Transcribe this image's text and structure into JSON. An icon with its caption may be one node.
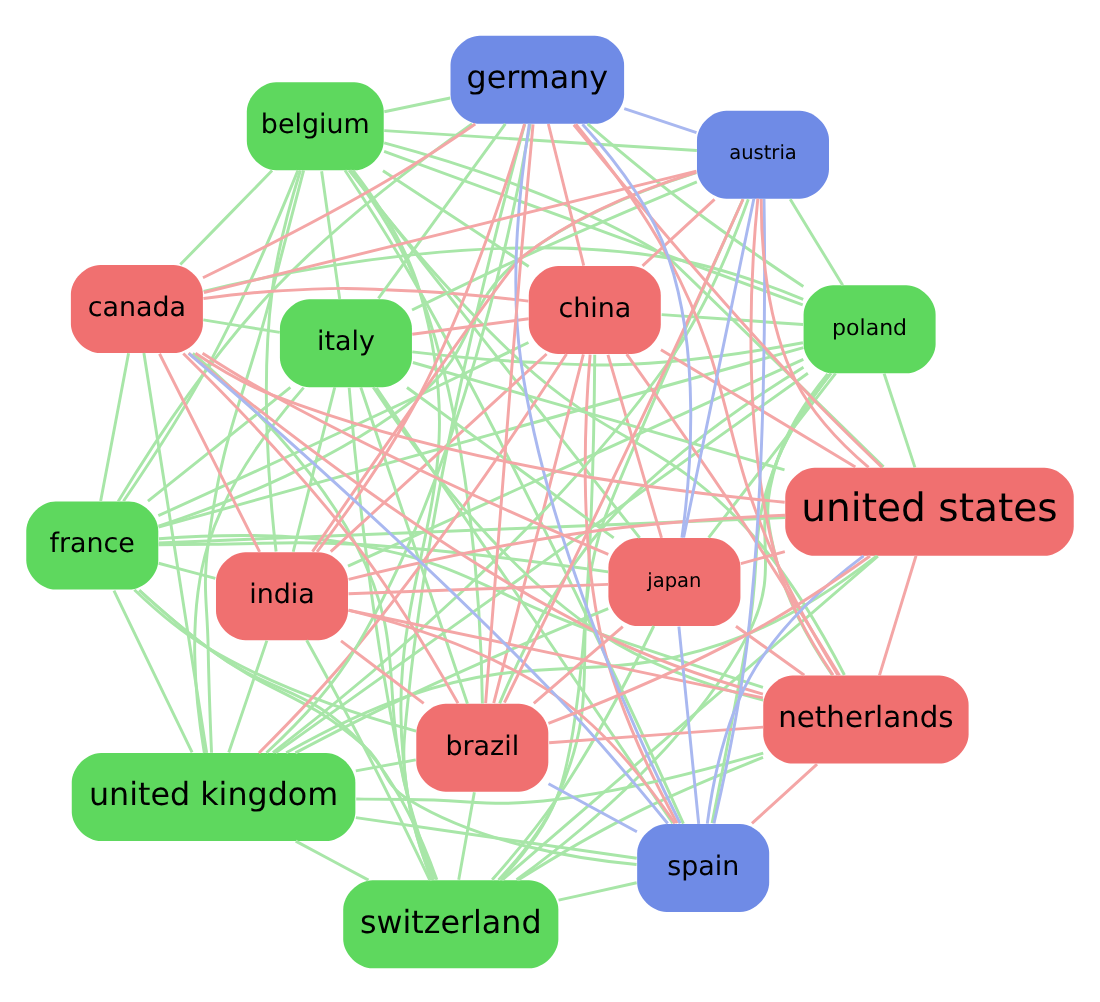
{
  "diagram": {
    "nodes": [
      {
        "text": [
          "france"
        ]
      },
      {
        "text": [
          "poland"
        ]
      },
      {
        "text": [
          "switzerland"
        ]
      },
      {
        "text": [
          "belgium"
        ]
      },
      {
        "text": [
          "china"
        ]
      },
      {
        "text": [
          "italy"
        ]
      },
      {
        "text": [
          "united kingdom"
        ]
      },
      {
        "text": [
          "netherlands"
        ]
      },
      {
        "text": [
          "india"
        ]
      },
      {
        "text": [
          "spain"
        ]
      },
      {
        "text": [
          "brazil"
        ]
      },
      {
        "text": [
          "canada"
        ]
      },
      {
        "text": [
          "united states"
        ]
      },
      {
        "text": [
          "austria"
        ]
      },
      {
        "text": [
          "germany"
        ]
      },
      {
        "text": [
          "japan"
        ]
      }
    ],
    "edges": [
      {
        "from": 0,
        "to": 1,
        "arrow": "none",
        "color": "#a8e6a8"
      },
      {
        "from": 0,
        "to": 2,
        "arrow": "none",
        "color": "#a8e6a8"
      },
      {
        "from": 0,
        "to": 3,
        "arrow": "none",
        "color": "#a8e6a8"
      },
      {
        "from": 0,
        "to": 4,
        "arrow": "none",
        "color": "#a8e6a8"
      },
      {
        "from": 0,
        "to": 5,
        "arrow": "none",
        "color": "#a8e6a8"
      },
      {
        "from": 0,
        "to": 6,
        "arrow": "none",
        "color": "#a8e6a8"
      },
      {
        "from": 0,
        "to": 7,
        "arrow": "none",
        "color": "#a8e6a8"
      },
      {
        "from": 0,
        "to": 8,
        "arrow": "none",
        "color": "#a8e6a8"
      },
      {
        "from": 0,
        "to": 9,
        "arrow": "none",
        "color": "#a8e6a8"
      },
      {
        "from": 0,
        "to": 10,
        "arrow": "none",
        "color": "#a8e6a8"
      },
      {
        "from": 0,
        "to": 11,
        "arrow": "none",
        "color": "#a8e6a8"
      },
      {
        "from": 0,
        "to": 12,
        "arrow": "none",
        "color": "#a8e6a8"
      },
      {
        "from": 0,
        "to": 13,
        "arrow": "none",
        "color": "#a8e6a8"
      },
      {
        "from": 0,
        "to": 14,
        "arrow": "none",
        "color": "#a8e6a8"
      },
      {
        "from": 0,
        "to": 15,
        "arrow": "none",
        "color": "#a8e6a8"
      },
      {
        "from": 1,
        "to": 2,
        "arrow": "none",
        "color": "#a8e6a8"
      },
      {
        "from": 1,
        "to": 3,
        "arrow": "none",
        "color": "#a8e6a8"
      },
      {
        "from": 1,
        "to": 4,
        "arrow": "none",
        "color": "#a8e6a8"
      },
      {
        "from": 1,
        "to": 5,
        "arrow": "none",
        "color": "#a8e6a8"
      },
      {
        "from": 1,
        "to": 6,
        "arrow": "none",
        "color": "#a8e6a8"
      },
      {
        "from": 1,
        "to": 7,
        "arrow": "none",
        "color": "#a8e6a8"
      },
      {
        "from": 1,
        "to": 8,
        "arrow": "none",
        "color": "#a8e6a8"
      },
      {
        "from": 1,
        "to": 9,
        "arrow": "none",
        "color": "#a8e6a8"
      },
      {
        "from": 1,
        "to": 10,
        "arrow": "none",
        "color": "#a8e6a8"
      },
      {
        "from": 1,
        "to": 11,
        "arrow": "none",
        "color": "#a8e6a8"
      },
      {
        "from": 1,
        "to": 12,
        "arrow": "none",
        "color": "#a8e6a8"
      },
      {
        "from": 1,
        "to": 13,
        "arrow": "none",
        "color": "#a8e6a8"
      },
      {
        "from": 1,
        "to": 14,
        "arrow": "none",
        "color": "#a8e6a8"
      },
      {
        "from": 1,
        "to": 15,
        "arrow": "none",
        "color": "#a8e6a8"
      },
      {
        "from": 2,
        "to": 3,
        "arrow": "none",
        "color": "#a8e6a8"
      },
      {
        "from": 2,
        "to": 4,
        "arrow": "none",
        "color": "#a8e6a8"
      },
      {
        "from": 2,
        "to": 5,
        "arrow": "none",
        "color": "#a8e6a8"
      },
      {
        "from": 2,
        "to": 6,
        "arrow": "none",
        "color": "#a8e6a8"
      },
      {
        "from": 2,
        "to": 7,
        "arrow": "none",
        "color": "#a8e6a8"
      },
      {
        "from": 2,
        "to": 8,
        "arrow": "none",
        "color": "#a8e6a8"
      },
      {
        "from": 2,
        "to": 9,
        "arrow": "none",
        "color": "#a8e6a8"
      },
      {
        "from": 2,
        "to": 10,
        "arrow": "none",
        "color": "#a8e6a8"
      },
      {
        "from": 2,
        "to": 11,
        "arrow": "none",
        "color": "#a8e6a8"
      },
      {
        "from": 2,
        "to": 12,
        "arrow": "none",
        "color": "#a8e6a8"
      },
      {
        "from": 2,
        "to": 13,
        "arrow": "none",
        "color": "#a8e6a8"
      },
      {
        "from": 2,
        "to": 14,
        "arrow": "none",
        "color": "#a8e6a8"
      },
      {
        "from": 2,
        "to": 15,
        "arrow": "none",
        "color": "#a8e6a8"
      },
      {
        "from": 3,
        "to": 4,
        "arrow": "none",
        "color": "#a8e6a8"
      },
      {
        "from": 3,
        "to": 5,
        "arrow": "none",
        "color": "#a8e6a8"
      },
      {
        "from": 3,
        "to": 6,
        "arrow": "none",
        "color": "#a8e6a8"
      },
      {
        "from": 3,
        "to": 7,
        "arrow": "none",
        "color": "#a8e6a8"
      },
      {
        "from": 3,
        "to": 8,
        "arrow": "none",
        "color": "#a8e6a8"
      },
      {
        "from": 3,
        "to": 9,
        "arrow": "none",
        "color": "#a8e6a8"
      },
      {
        "from": 3,
        "to": 10,
        "arrow": "none",
        "color": "#a8e6a8"
      },
      {
        "from": 3,
        "to": 11,
        "arrow": "none",
        "color": "#a8e6a8"
      },
      {
        "from": 3,
        "to": 12,
        "arrow": "none",
        "color": "#a8e6a8"
      },
      {
        "from": 3,
        "to": 13,
        "arrow": "none",
        "color": "#a8e6a8"
      },
      {
        "from": 3,
        "to": 14,
        "arrow": "none",
        "color": "#a8e6a8"
      },
      {
        "from": 3,
        "to": 15,
        "arrow": "none",
        "color": "#a8e6a8"
      },
      {
        "from": 4,
        "to": 5,
        "arrow": "none",
        "color": "#f4a6a6"
      },
      {
        "from": 4,
        "to": 6,
        "arrow": "none",
        "color": "#f4a6a6"
      },
      {
        "from": 4,
        "to": 7,
        "arrow": "none",
        "color": "#f4a6a6"
      },
      {
        "from": 4,
        "to": 8,
        "arrow": "none",
        "color": "#f4a6a6"
      },
      {
        "from": 4,
        "to": 9,
        "arrow": "none",
        "color": "#f4a6a6"
      },
      {
        "from": 4,
        "to": 10,
        "arrow": "none",
        "color": "#f4a6a6"
      },
      {
        "from": 4,
        "to": 11,
        "arrow": "none",
        "color": "#f4a6a6"
      },
      {
        "from": 4,
        "to": 12,
        "arrow": "none",
        "color": "#f4a6a6"
      },
      {
        "from": 4,
        "to": 13,
        "arrow": "none",
        "color": "#f4a6a6"
      },
      {
        "from": 4,
        "to": 14,
        "arrow": "none",
        "color": "#f4a6a6"
      },
      {
        "from": 4,
        "to": 15,
        "arrow": "none",
        "color": "#f4a6a6"
      },
      {
        "from": 5,
        "to": 6,
        "arrow": "none",
        "color": "#a8e6a8"
      },
      {
        "from": 5,
        "to": 7,
        "arrow": "none",
        "color": "#a8e6a8"
      },
      {
        "from": 5,
        "to": 8,
        "arrow": "none",
        "color": "#a8e6a8"
      },
      {
        "from": 5,
        "to": 9,
        "arrow": "none",
        "color": "#a8e6a8"
      },
      {
        "from": 5,
        "to": 10,
        "arrow": "none",
        "color": "#a8e6a8"
      },
      {
        "from": 5,
        "to": 11,
        "arrow": "none",
        "color": "#a8e6a8"
      },
      {
        "from": 5,
        "to": 12,
        "arrow": "none",
        "color": "#a8e6a8"
      },
      {
        "from": 5,
        "to": 13,
        "arrow": "none",
        "color": "#a8e6a8"
      },
      {
        "from": 5,
        "to": 14,
        "arrow": "none",
        "color": "#a8e6a8"
      },
      {
        "from": 5,
        "to": 15,
        "arrow": "none",
        "color": "#a8e6a8"
      },
      {
        "from": 6,
        "to": 7,
        "arrow": "none",
        "color": "#a8e6a8"
      },
      {
        "from": 6,
        "to": 8,
        "arrow": "none",
        "color": "#a8e6a8"
      },
      {
        "from": 6,
        "to": 9,
        "arrow": "none",
        "color": "#a8e6a8"
      },
      {
        "from": 6,
        "to": 10,
        "arrow": "none",
        "color": "#a8e6a8"
      },
      {
        "from": 6,
        "to": 11,
        "arrow": "none",
        "color": "#a8e6a8"
      },
      {
        "from": 6,
        "to": 12,
        "arrow": "none",
        "color": "#a8e6a8"
      },
      {
        "from": 6,
        "to": 13,
        "arrow": "none",
        "color": "#a8e6a8"
      },
      {
        "from": 6,
        "to": 14,
        "arrow": "none",
        "color": "#a8e6a8"
      },
      {
        "from": 6,
        "to": 15,
        "arrow": "none",
        "color": "#a8e6a8"
      },
      {
        "from": 7,
        "to": 8,
        "arrow": "none",
        "color": "#f4a6a6"
      },
      {
        "from": 7,
        "to": 9,
        "arrow": "none",
        "color": "#f4a6a6"
      },
      {
        "from": 7,
        "to": 10,
        "arrow": "none",
        "color": "#f4a6a6"
      },
      {
        "from": 7,
        "to": 11,
        "arrow": "none",
        "color": "#f4a6a6"
      },
      {
        "from": 7,
        "to": 12,
        "arrow": "none",
        "color": "#f4a6a6"
      },
      {
        "from": 7,
        "to": 13,
        "arrow": "none",
        "color": "#f4a6a6"
      },
      {
        "from": 7,
        "to": 14,
        "arrow": "none",
        "color": "#f4a6a6"
      },
      {
        "from": 7,
        "to": 15,
        "arrow": "none",
        "color": "#f4a6a6"
      },
      {
        "from": 8,
        "to": 9,
        "arrow": "none",
        "color": "#f4a6a6"
      },
      {
        "from": 8,
        "to": 10,
        "arrow": "none",
        "color": "#f4a6a6"
      },
      {
        "from": 8,
        "to": 11,
        "arrow": "none",
        "color": "#f4a6a6"
      },
      {
        "from": 8,
        "to": 12,
        "arrow": "none",
        "color": "#f4a6a6"
      },
      {
        "from": 8,
        "to": 13,
        "arrow": "none",
        "color": "#f4a6a6"
      },
      {
        "from": 8,
        "to": 14,
        "arrow": "none",
        "color": "#f4a6a6"
      },
      {
        "from": 8,
        "to": 15,
        "arrow": "none",
        "color": "#f4a6a6"
      },
      {
        "from": 9,
        "to": 10,
        "arrow": "none",
        "color": "#a9b8f0"
      },
      {
        "from": 9,
        "to": 11,
        "arrow": "none",
        "color": "#a9b8f0"
      },
      {
        "from": 9,
        "to": 12,
        "arrow": "none",
        "color": "#a9b8f0"
      },
      {
        "from": 9,
        "to": 13,
        "arrow": "none",
        "color": "#a9b8f0"
      },
      {
        "from": 9,
        "to": 14,
        "arrow": "none",
        "color": "#a9b8f0"
      },
      {
        "from": 9,
        "to": 15,
        "arrow": "none",
        "color": "#a9b8f0"
      },
      {
        "from": 10,
        "to": 11,
        "arrow": "none",
        "color": "#f4a6a6"
      },
      {
        "from": 10,
        "to": 12,
        "arrow": "none",
        "color": "#f4a6a6"
      },
      {
        "from": 10,
        "to": 13,
        "arrow": "none",
        "color": "#f4a6a6"
      },
      {
        "from": 10,
        "to": 14,
        "arrow": "none",
        "color": "#f4a6a6"
      },
      {
        "from": 10,
        "to": 15,
        "arrow": "none",
        "color": "#f4a6a6"
      },
      {
        "from": 11,
        "to": 12,
        "arrow": "none",
        "color": "#f4a6a6"
      },
      {
        "from": 11,
        "to": 13,
        "arrow": "none",
        "color": "#f4a6a6"
      },
      {
        "from": 11,
        "to": 14,
        "arrow": "none",
        "color": "#f4a6a6"
      },
      {
        "from": 11,
        "to": 15,
        "arrow": "none",
        "color": "#f4a6a6"
      },
      {
        "from": 12,
        "to": 13,
        "arrow": "none",
        "color": "#f4a6a6"
      },
      {
        "from": 12,
        "to": 14,
        "arrow": "none",
        "color": "#f4a6a6"
      },
      {
        "from": 12,
        "to": 15,
        "arrow": "none",
        "color": "#f4a6a6"
      },
      {
        "from": 13,
        "to": 14,
        "arrow": "none",
        "color": "#a9b8f0"
      },
      {
        "from": 13,
        "to": 15,
        "arrow": "none",
        "color": "#a9b8f0"
      },
      {
        "from": 14,
        "to": 15,
        "arrow": "none",
        "color": "#a9b8f0"
      }
    ]
  }
}
